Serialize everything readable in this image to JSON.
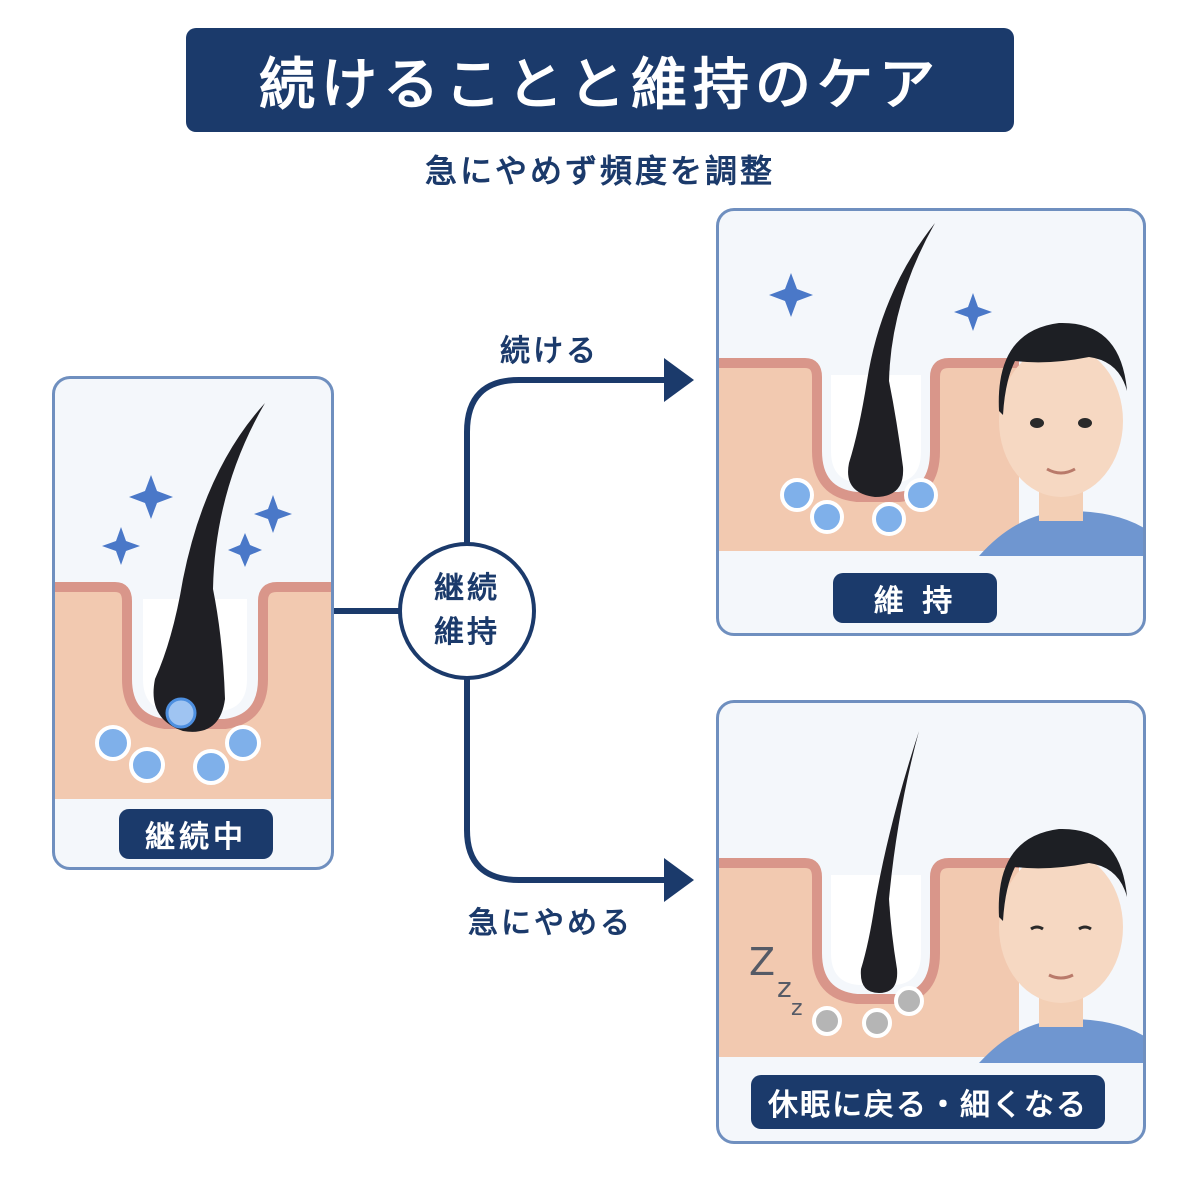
{
  "title": "続けることと維持のケア",
  "subtitle": "急にやめず頻度を調整",
  "left_panel": {
    "label": "継続中"
  },
  "center_node": {
    "line1": "継続",
    "line2": "維持"
  },
  "branches": {
    "top": {
      "label": "続ける"
    },
    "bottom": {
      "label": "急にやめる"
    }
  },
  "top_right_panel": {
    "label": "維 持"
  },
  "bottom_right_panel": {
    "label": "休眠に戻る・細くなる",
    "sleep_mark": [
      "Z",
      "z",
      "z"
    ]
  },
  "colors": {
    "navy": "#1b3a6b",
    "panel_border": "#6f8fbf",
    "skin": "#f2c9b0",
    "skin_edge": "#d9968a",
    "cell_active": "#4d8fe0",
    "cell_dormant": "#9a9a9a"
  }
}
